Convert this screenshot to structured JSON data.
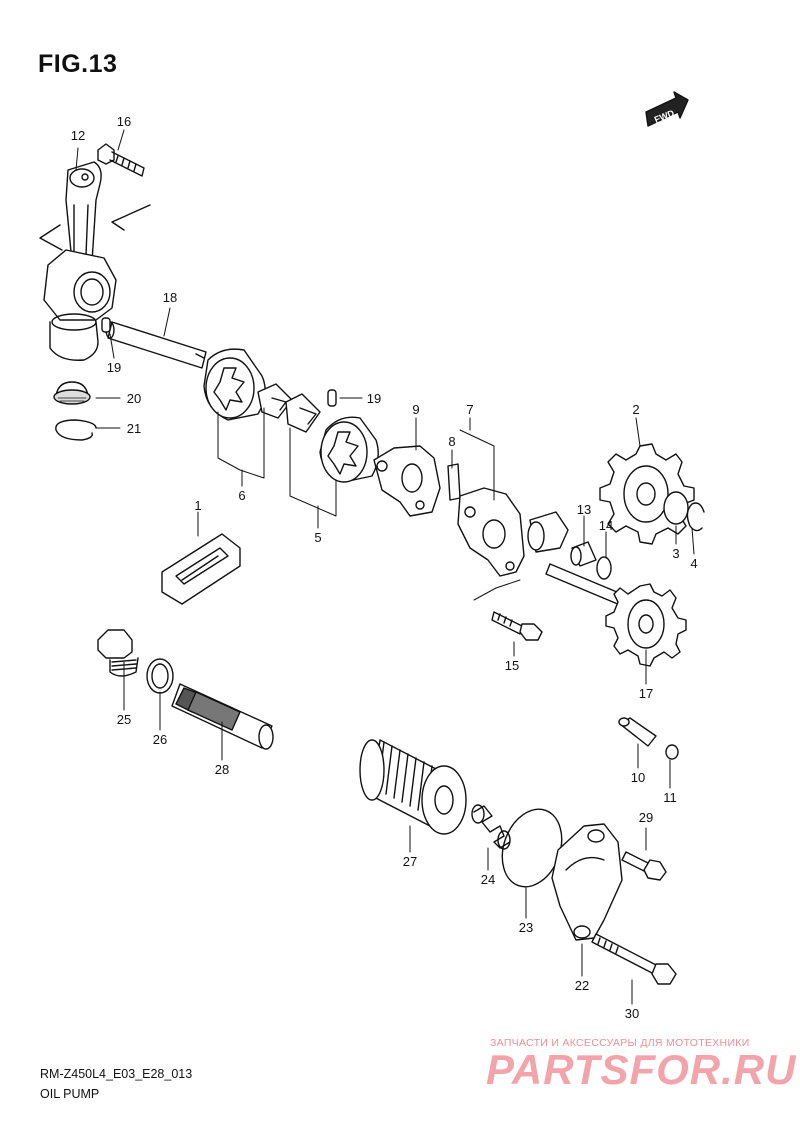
{
  "figure": {
    "title": "FIG.13",
    "fwd_label": "FWD",
    "diagram_code": "RM-Z450L4_E03_E28_013",
    "diagram_name": "OIL PUMP"
  },
  "callouts": [
    "1",
    "2",
    "3",
    "4",
    "5",
    "6",
    "7",
    "8",
    "9",
    "10",
    "11",
    "12",
    "13",
    "14",
    "15",
    "16",
    "17",
    "18",
    "19",
    "19",
    "20",
    "21",
    "22",
    "23",
    "24",
    "25",
    "26",
    "27",
    "28",
    "29",
    "30"
  ],
  "watermark": {
    "caption": "ЗАПЧАСТИ И АКСЕССУАРЫ ДЛЯ МОТОТЕХНИКИ",
    "site": "PARTSFOR.RU"
  }
}
